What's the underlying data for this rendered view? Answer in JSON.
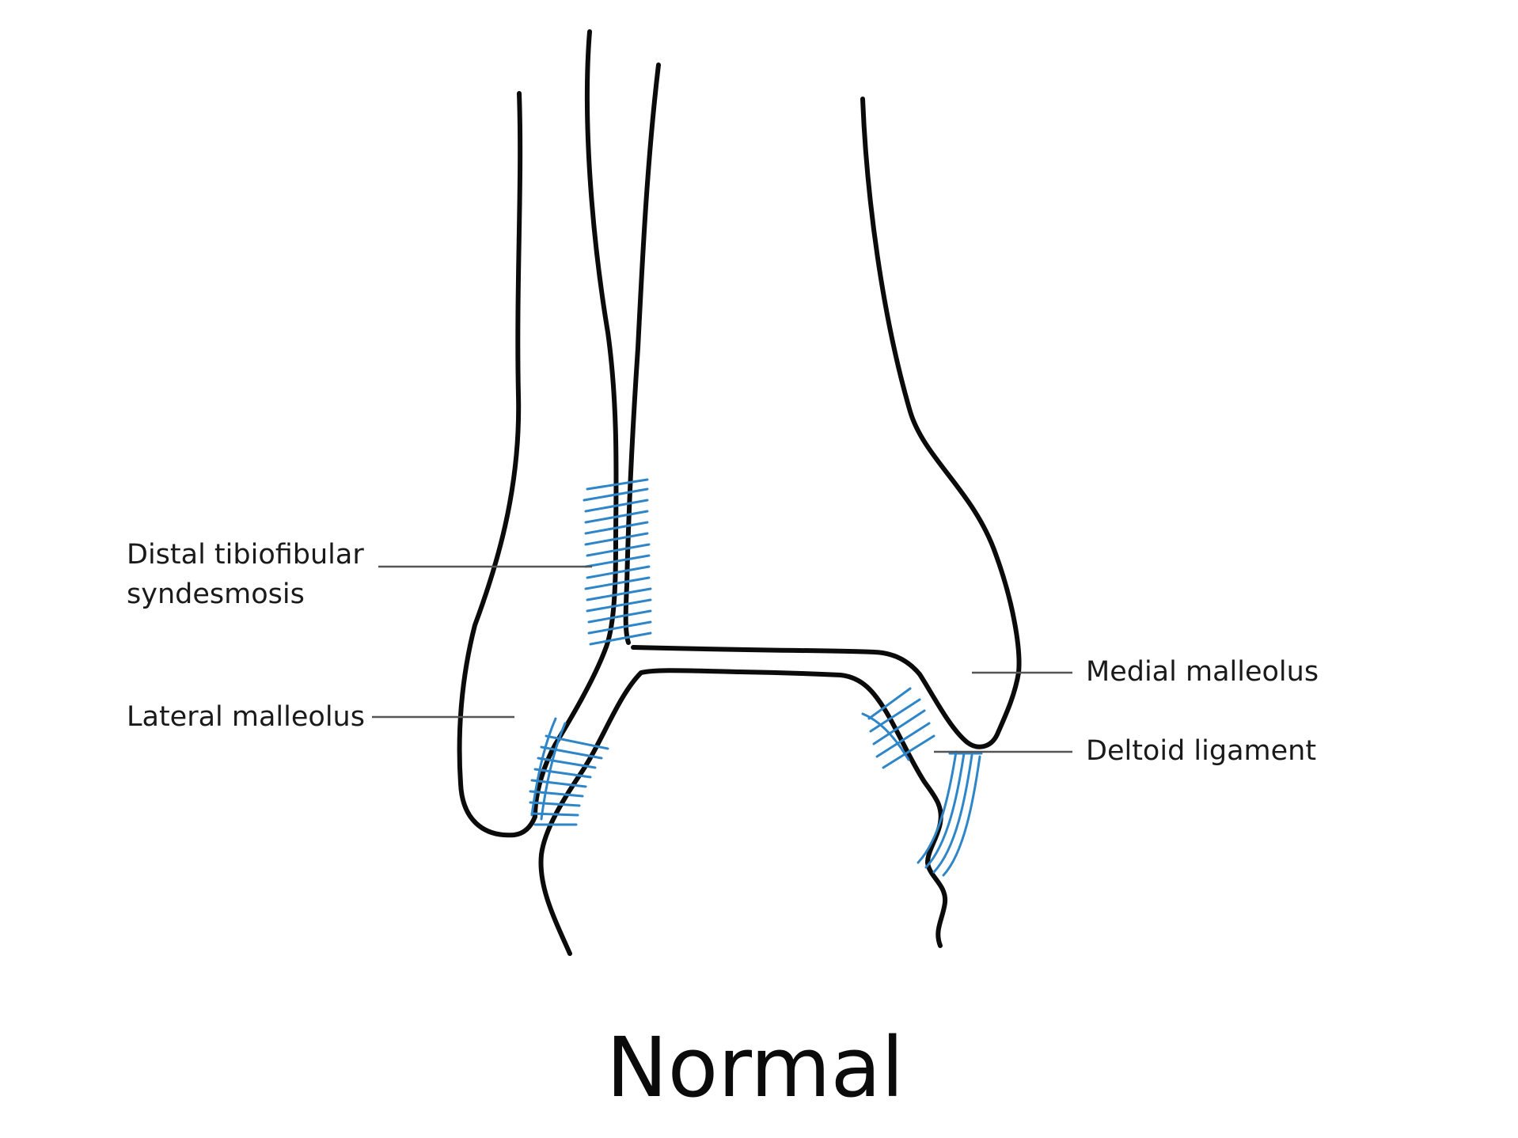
{
  "labels": {
    "syndesmosis_line1": "Distal tibiofibular",
    "syndesmosis_line2": "syndesmosis",
    "lateral_malleolus": "Lateral malleolus",
    "medial_malleolus": "Medial malleolus",
    "deltoid_ligament": "Deltoid ligament"
  },
  "caption": "Normal",
  "colors": {
    "bone_outline": "#0b0b0b",
    "ligament": "#2e86c9",
    "leader_line": "#555555"
  }
}
